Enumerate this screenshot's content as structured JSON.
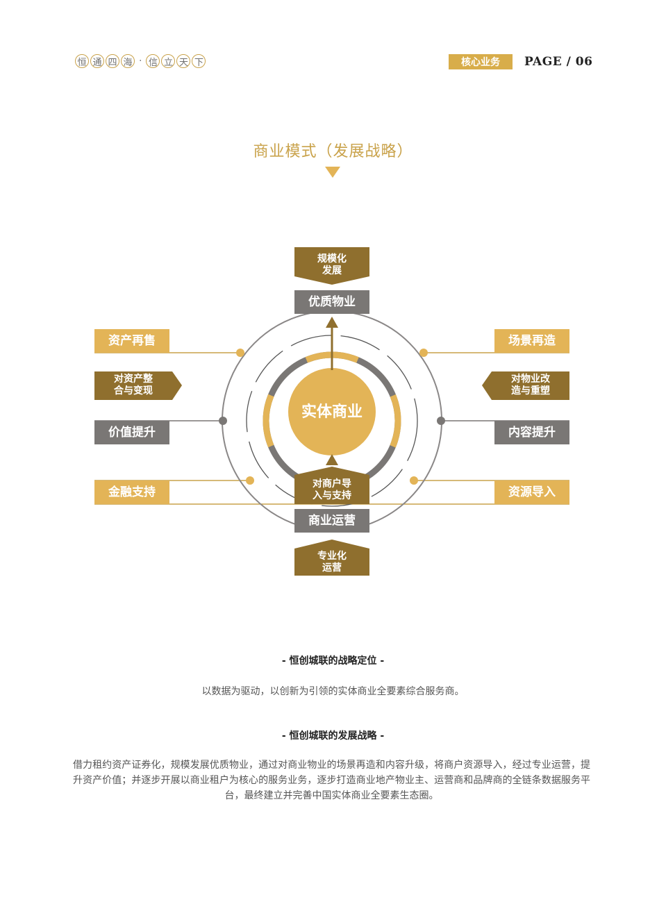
{
  "header": {
    "slogan_left": [
      "恒",
      "通",
      "四",
      "海"
    ],
    "slogan_sep": "·",
    "slogan_right": [
      "信",
      "立",
      "天",
      "下"
    ],
    "section_tag": "核心业务",
    "page_label": "PAGE / 06"
  },
  "title": "商业模式（发展战略）",
  "diagram": {
    "center": "实体商业",
    "top_banner": [
      "规模化",
      "发展"
    ],
    "top_box": "优质物业",
    "bottom_box": "商业运营",
    "bottom_banner": [
      "专业化",
      "运营"
    ],
    "inner_banner": [
      "对商户导",
      "入与支持"
    ],
    "left": {
      "resale": "资产再售",
      "arrow": [
        "对资产整",
        "合与变现"
      ],
      "value": "价值提升",
      "finance": "金融支持"
    },
    "right": {
      "scene": "场景再造",
      "arrow": [
        "对物业改",
        "造与重塑"
      ],
      "content": "内容提升",
      "resource": "资源导入"
    },
    "colors": {
      "gold": "#e3b457",
      "brown": "#8f6f2e",
      "grey": "#7a7775"
    }
  },
  "positioning": {
    "heading": "- 恒创城联的战略定位 -",
    "text": "以数据为驱动，以创新为引领的实体商业全要素综合服务商。"
  },
  "strategy": {
    "heading": "- 恒创城联的发展战略 -",
    "text": "借力租约资产证券化，规模发展优质物业，通过对商业物业的场景再造和内容升级，将商户资源导入，经过专业运营，提升资产价值；并逐步开展以商业租户为核心的服务业务，逐步打造商业地产物业主、运营商和品牌商的全链条数据服务平台，最终建立并完善中国实体商业全要素生态圈。"
  }
}
